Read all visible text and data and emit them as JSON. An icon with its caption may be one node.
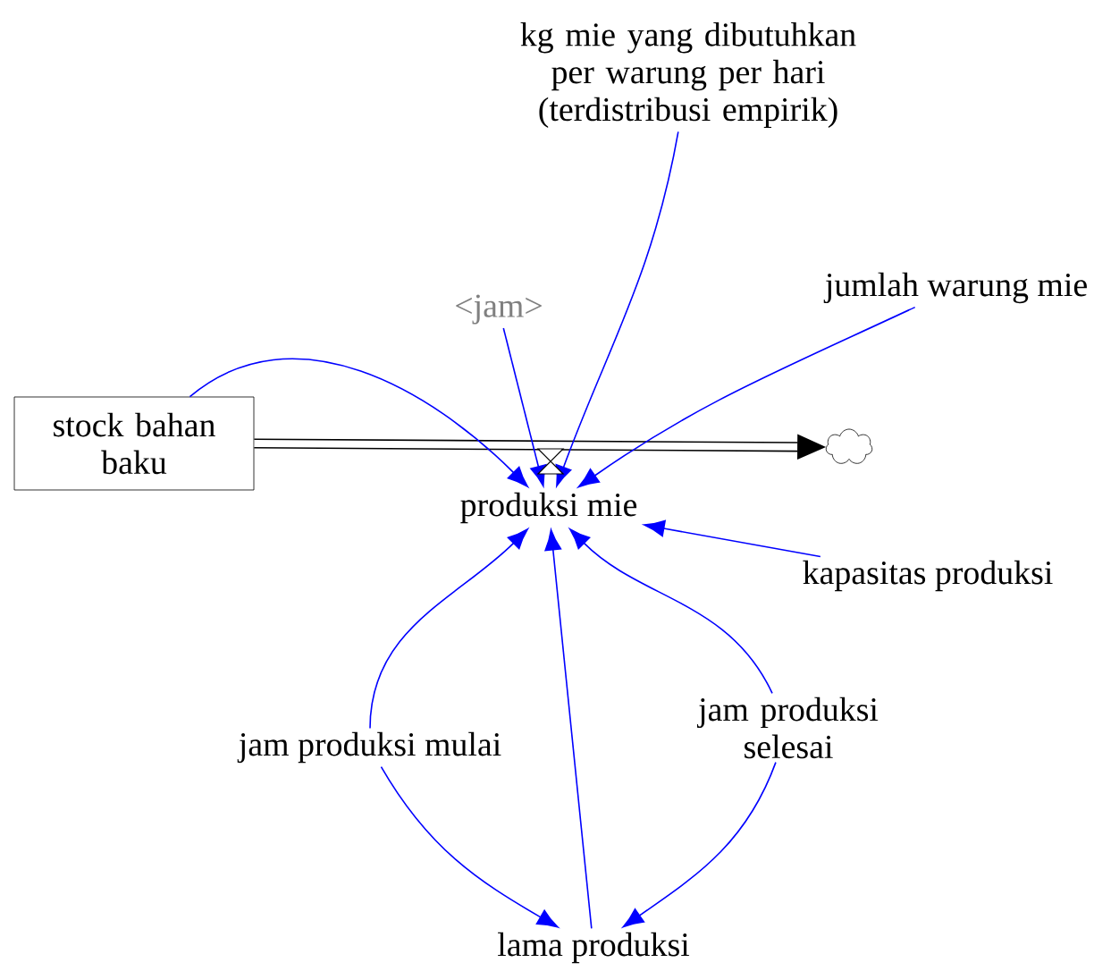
{
  "diagram": {
    "nodes": [
      {
        "text": [
          "kg mie yang dibutuhkan per warung per hari (terdistribusi empirik)"
        ]
      },
      {
        "text": [
          "<jam>"
        ]
      },
      {
        "text": [
          "jumlah warung mie"
        ]
      },
      {
        "text": [
          "stock bahan baku"
        ]
      },
      {
        "text": [
          "produksi mie"
        ]
      },
      {
        "text": [
          "kapasitas produksi"
        ]
      },
      {
        "text": [
          "jam produksi mulai"
        ]
      },
      {
        "text": [
          "jam produksi selesai"
        ]
      },
      {
        "text": [
          "lama produksi"
        ]
      },
      {
        "text": [],
        "shape": "cloud"
      }
    ],
    "edges": [
      {
        "from": 3,
        "to": 9,
        "arrow": "to",
        "style": "thick",
        "color": "#000000"
      },
      {
        "from": 3,
        "to": 4,
        "arrow": "to"
      },
      {
        "from": 1,
        "to": 4,
        "arrow": "to"
      },
      {
        "from": 0,
        "to": 4,
        "arrow": "to"
      },
      {
        "from": 2,
        "to": 4,
        "arrow": "to"
      },
      {
        "from": 5,
        "to": 4,
        "arrow": "to"
      },
      {
        "from": 6,
        "to": 4,
        "arrow": "to"
      },
      {
        "from": 8,
        "to": 4,
        "arrow": "to"
      },
      {
        "from": 7,
        "to": 4,
        "arrow": "to"
      },
      {
        "from": 6,
        "to": 8,
        "arrow": "to"
      },
      {
        "from": 7,
        "to": 8,
        "arrow": "to"
      }
    ]
  }
}
